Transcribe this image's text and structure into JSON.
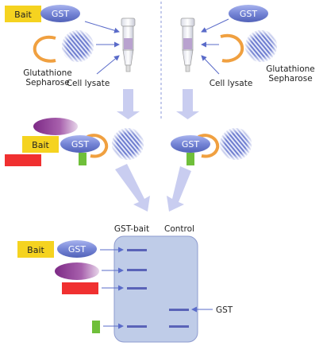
{
  "left": {
    "bait_tag": "Bait",
    "gst_tag": "GST",
    "resin_label_line1": "Glutathione",
    "resin_label_line2": "Sepharose",
    "lysate_label": "Cell lysate"
  },
  "right": {
    "gst_tag": "GST",
    "resin_label_line1": "Glutathione",
    "resin_label_line2": "Sepharose",
    "lysate_label": "Cell lysate"
  },
  "complex_left": {
    "bait_tag": "Bait",
    "gst_tag": "GST"
  },
  "complex_right": {
    "gst_tag": "GST"
  },
  "gel": {
    "lane_gst_bait": "GST-bait",
    "lane_control": "Control",
    "gst_band_label": "GST"
  },
  "legend": {
    "bait_tag": "Bait",
    "gst_tag": "GST"
  },
  "colors": {
    "gst": "#6f7fd0",
    "bait": "#f5d320",
    "red_protein": "#f03030",
    "green_protein": "#6fbf3a",
    "purple_protein": "#9a3f9f",
    "resin": "#f0a040",
    "arrow": "#c9cdf0",
    "gel": "#bfcce8",
    "band": "#5a63b8"
  }
}
